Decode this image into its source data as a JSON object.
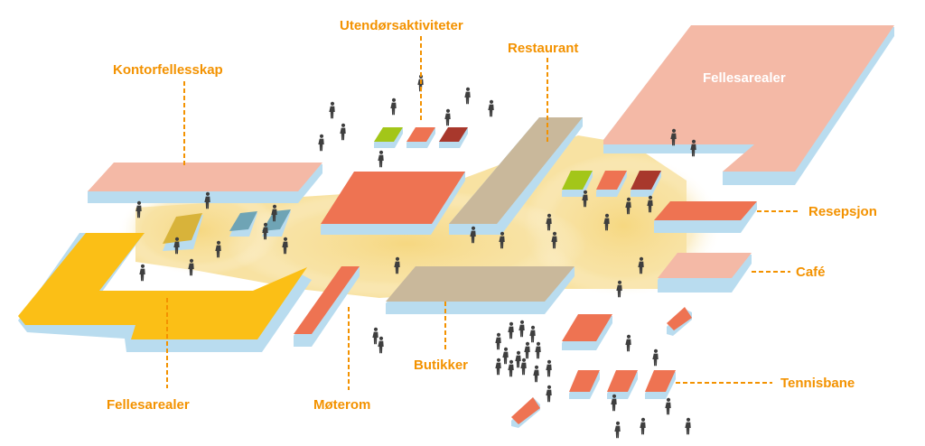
{
  "colors": {
    "orange_label": "#f39200",
    "yellow": "#fbbf16",
    "pink": "#f4b9a6",
    "red_orange": "#ee7352",
    "tan": "#c9b89b",
    "dark_red": "#a8382c",
    "green": "#a3c619",
    "teal": "#6fa4b5",
    "ochre": "#d8b33a",
    "side_blue": "#b9dcef",
    "glow": "#f7dc8f",
    "person": "#3e3e3e"
  },
  "labels": {
    "kontorfellesskap": "Kontorfellesskap",
    "utendors": "Utendørsaktiviteter",
    "restaurant": "Restaurant",
    "fellesarealer_top": "Fellesarealer",
    "resepsjon": "Resepsjon",
    "cafe": "Café",
    "tennisbane": "Tennisbane",
    "butikker": "Butikker",
    "moterom": "Møterom",
    "fellesarealer_bottom": "Fellesarealer"
  },
  "icons": {
    "person": "person-icon"
  }
}
